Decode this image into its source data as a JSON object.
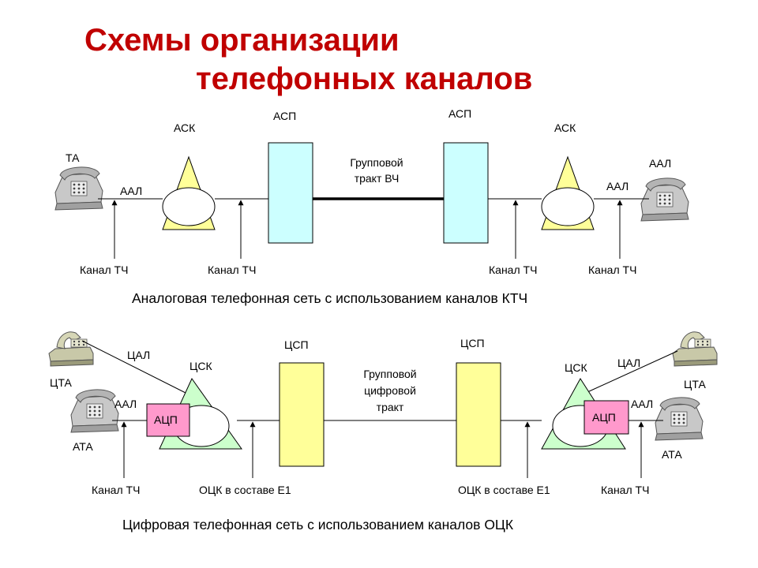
{
  "title": {
    "line1": "Схемы организации",
    "line2": "телефонных каналов"
  },
  "analog": {
    "ta_left": "ТА",
    "ask_left": "АСК",
    "asp_left": "АСП",
    "asp_right": "АСП",
    "ask_right": "АСК",
    "aal_left": "ААЛ",
    "aal_right_upper": "ААЛ",
    "aal_right_lower": "ААЛ",
    "group_line1": "Групповой",
    "group_line2": "тракт ВЧ",
    "kanal_1": "Канал ТЧ",
    "kanal_2": "Канал ТЧ",
    "kanal_3": "Канал ТЧ",
    "kanal_4": "Канал ТЧ",
    "caption": "Аналоговая телефонная сеть с использованием каналов КТЧ"
  },
  "digital": {
    "cal_left": "ЦАЛ",
    "cal_right": "ЦАЛ",
    "csk_left": "ЦСК",
    "csk_right": "ЦСК",
    "csp_left": "ЦСП",
    "csp_right": "ЦСП",
    "cta_left": "ЦТА",
    "cta_right": "ЦТА",
    "aal_left": "ААЛ",
    "aal_right": "ААЛ",
    "ata_left": "АТА",
    "ata_right": "АТА",
    "acp_left": "АЦП",
    "acp_right": "АЦП",
    "group_line1": "Групповой",
    "group_line2": "цифровой",
    "group_line3": "тракт",
    "kanal_left": "Канал ТЧ",
    "kanal_right": "Канал ТЧ",
    "ock_left": "ОЦК в составе Е1",
    "ock_right": "ОЦК в составе Е1",
    "caption": "Цифровая телефонная сеть с использованием каналов ОЦК"
  },
  "colors": {
    "title": "#c00000",
    "asp_fill": "#ccffff",
    "csp_fill": "#ffff99",
    "ask_fill": "#ffff99",
    "csk_fill": "#ccffcc",
    "acp_fill": "#ff99cc"
  }
}
